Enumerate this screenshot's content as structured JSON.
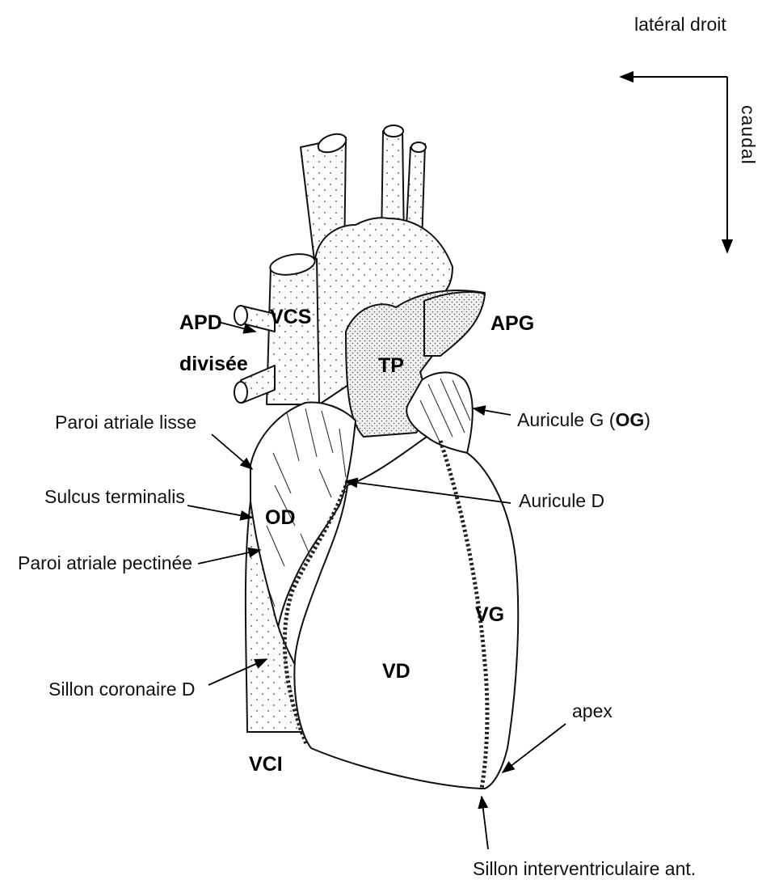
{
  "orientation": {
    "lateral": "latéral droit",
    "caudal": "caudal"
  },
  "structures": {
    "vcs": "VCS",
    "apd_line1": "APD",
    "apd_line2": "divisée",
    "apg": "APG",
    "tp": "TP",
    "od": "OD",
    "vd": "VD",
    "vg": "VG",
    "vci": "VCI"
  },
  "annotations": {
    "paroi_lisse": "Paroi atriale lisse",
    "sulcus": "Sulcus terminalis",
    "paroi_pectinee": "Paroi atriale pectinée",
    "sillon_coronaire": "Sillon coronaire D",
    "auricule_g_prefix": "Auricule G (",
    "auricule_g_bold": "OG",
    "auricule_g_suffix": ")",
    "auricule_d": "Auricule D",
    "apex": "apex",
    "sillon_iv": "Sillon interventriculaire ant."
  }
}
